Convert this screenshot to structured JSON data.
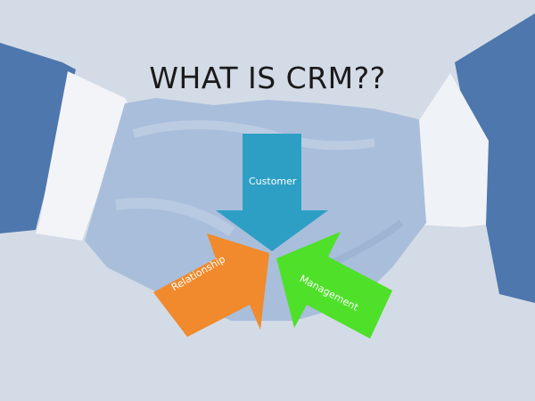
{
  "slide": {
    "title": "WHAT IS CRM??",
    "background_color": "#d3dbe6"
  },
  "diagram": {
    "type": "converging-arrows",
    "arrows": [
      {
        "label": "Customer",
        "direction": "down",
        "color": "#2e9fc4"
      },
      {
        "label": "Relationship",
        "direction": "up-right",
        "color": "#f08a2c"
      },
      {
        "label": "Management",
        "direction": "up-left",
        "color": "#4fe02a"
      }
    ]
  },
  "image": {
    "subject": "handshake",
    "suit_color": "#4e77ad",
    "cuff_color": "#f2f4f8",
    "hand_color": "#a9bedb"
  }
}
